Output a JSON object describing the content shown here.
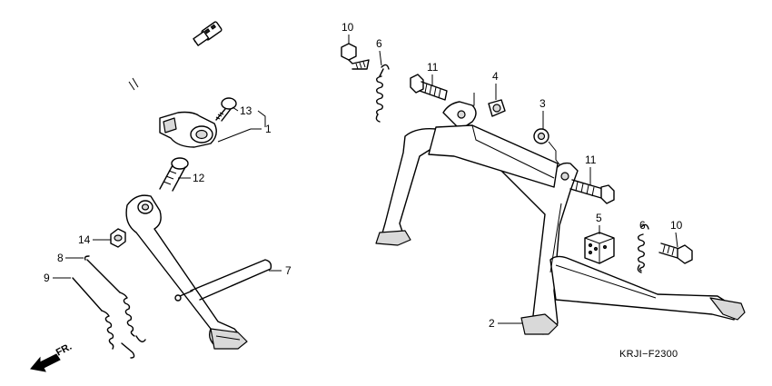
{
  "diagram_code": "KRJI−F2300",
  "front_indicator": "FR.",
  "callouts": {
    "c1": "1",
    "c2": "2",
    "c3": "3",
    "c4": "4",
    "c5": "5",
    "c6a": "6",
    "c6b": "6",
    "c7": "7",
    "c8": "8",
    "c9": "9",
    "c10a": "10",
    "c10b": "10",
    "c11a": "11",
    "c11b": "11",
    "c12": "12",
    "c13": "13",
    "c14": "14"
  }
}
